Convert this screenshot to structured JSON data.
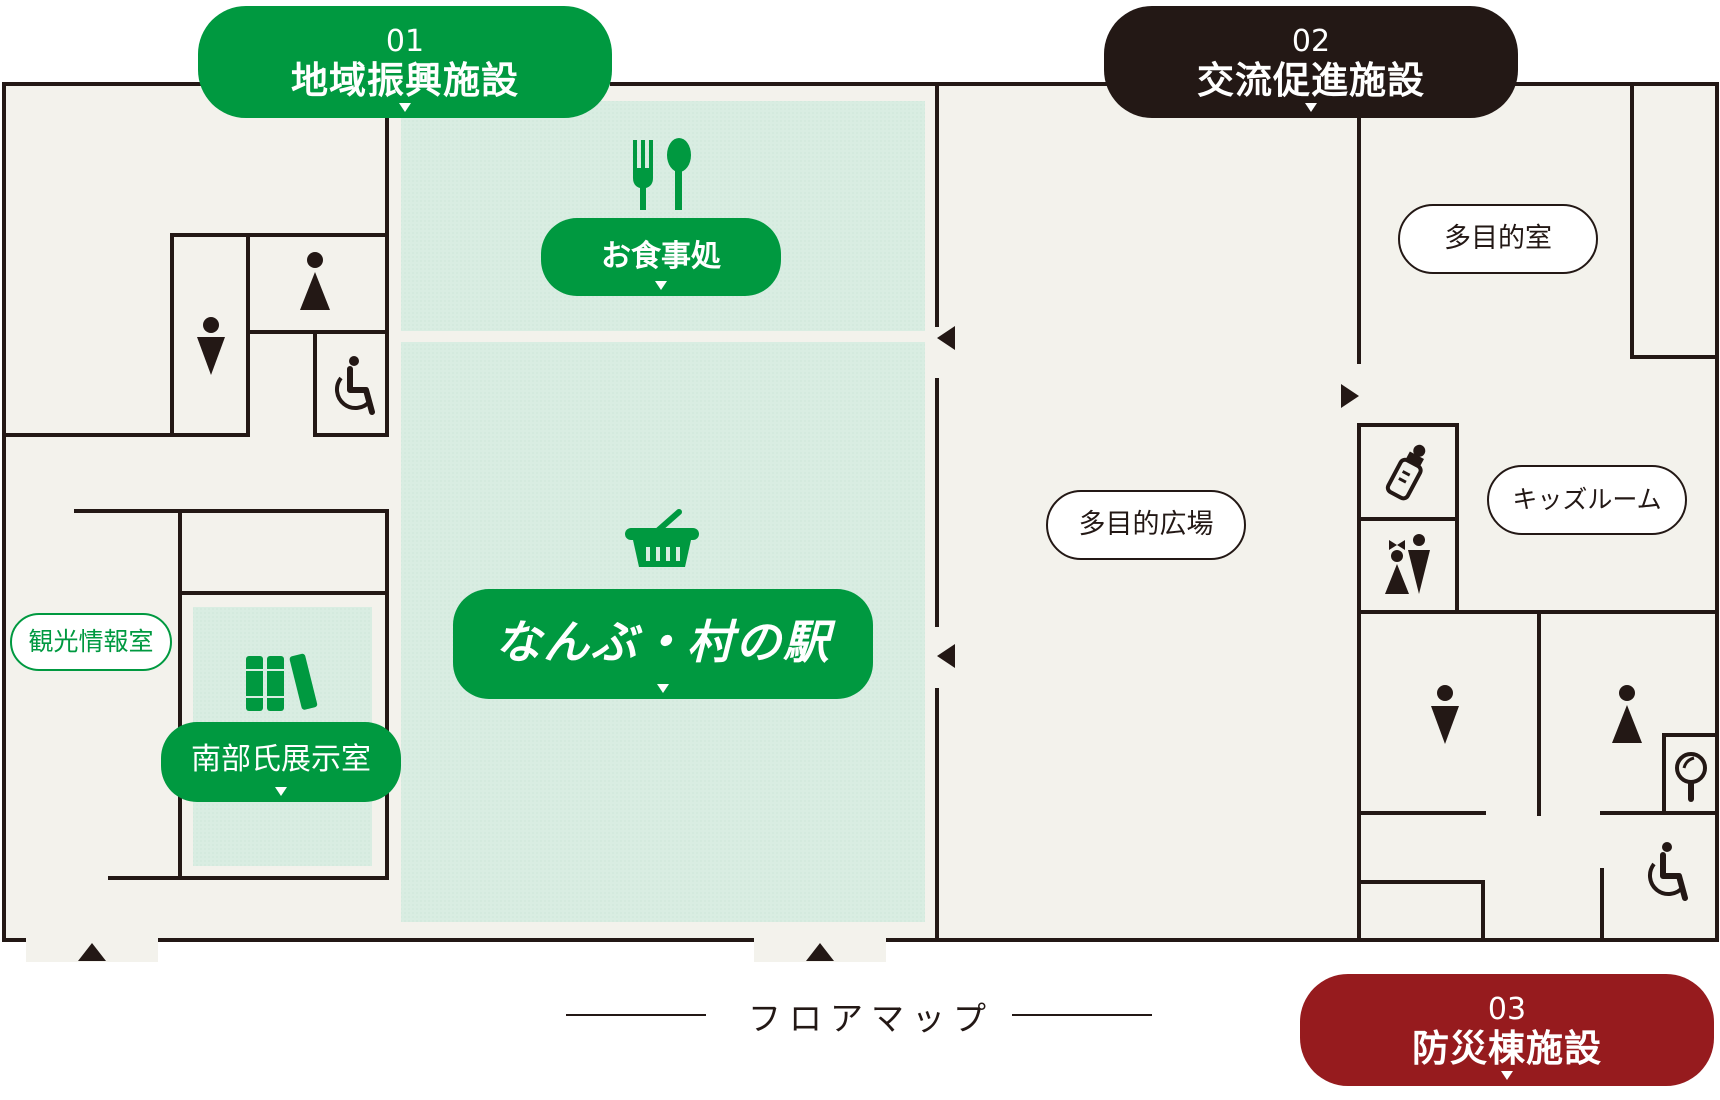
{
  "colors": {
    "green": "#009940",
    "dark": "#231815",
    "red": "#961b1e",
    "floor": "#f3f2ec",
    "green_floor": "#d9ede2"
  },
  "facilities": [
    {
      "number": "01",
      "title": "地域振興施設",
      "color": "#009940"
    },
    {
      "number": "02",
      "title": "交流促進施設",
      "color": "#231815"
    },
    {
      "number": "03",
      "title": "防災棟施設",
      "color": "#961b1e"
    }
  ],
  "rooms": {
    "restaurant": "お食事処",
    "market": "なんぶ・村の駅",
    "exhibition": "南部氏展示室",
    "tourist_info": "観光情報室",
    "multipurpose_room": "多目的室",
    "multipurpose_plaza": "多目的広場",
    "kids_room": "キッズルーム"
  },
  "caption": "フロアマップ",
  "icons": [
    "fork-spoon-icon",
    "basket-icon",
    "books-icon",
    "male-toilet-icon",
    "female-toilet-icon",
    "wheelchair-icon",
    "baby-bottle-icon",
    "family-toilet-icon",
    "mirror-icon",
    "entrance-arrow-icon"
  ]
}
